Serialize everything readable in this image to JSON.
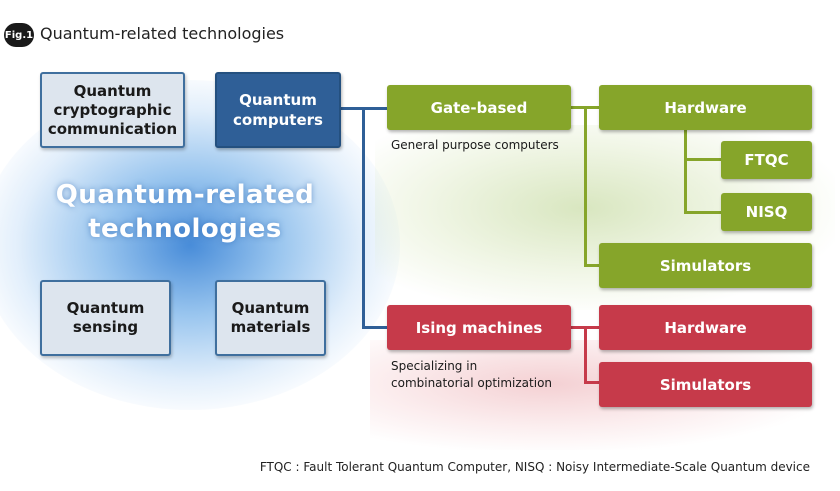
{
  "figure": {
    "badge": "Fig.1",
    "title": "Quantum-related technologies"
  },
  "center": {
    "title_line1": "Quantum-related",
    "title_line2": "technologies"
  },
  "boxes": {
    "cryptographic": {
      "line1": "Quantum",
      "line2": "cryptographic",
      "line3": "communication"
    },
    "computers": {
      "line1": "Quantum",
      "line2": "computers"
    },
    "sensing": {
      "line1": "Quantum",
      "line2": "sensing"
    },
    "materials": {
      "line1": "Quantum",
      "line2": "materials"
    }
  },
  "gate_based": {
    "label": "Gate-based",
    "note": "General purpose computers",
    "hardware": "Hardware",
    "ftqc": "FTQC",
    "nisq": "NISQ",
    "simulators": "Simulators"
  },
  "ising": {
    "label": "Ising machines",
    "note_line1": "Specializing in",
    "note_line2": "combinatorial optimization",
    "hardware": "Hardware",
    "simulators": "Simulators"
  },
  "footnote": "FTQC : Fault Tolerant Quantum Computer, NISQ : Noisy Intermediate-Scale Quantum device",
  "colors": {
    "blue": "#2f5f97",
    "green": "#86a52a",
    "red": "#c63a4a",
    "light_box": "#dde5ee"
  }
}
